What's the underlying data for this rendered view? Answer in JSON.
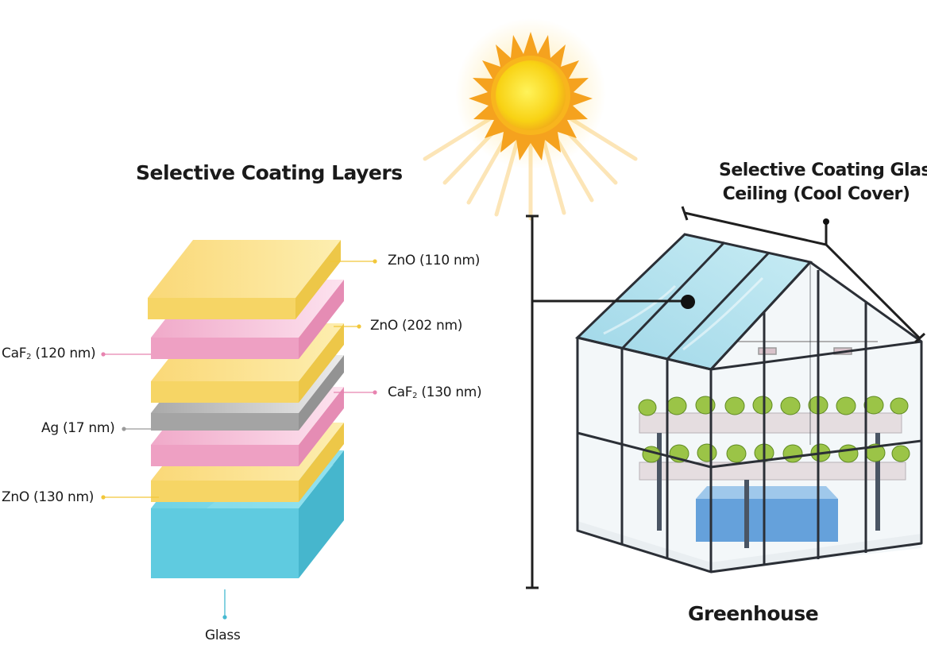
{
  "titles": {
    "layers": "Selective Coating Layers",
    "ceiling_line1": "Selective Coating Glass",
    "ceiling_line2": "Ceiling  (Cool Cover)",
    "greenhouse": "Greenhouse"
  },
  "layers": [
    {
      "material": "ZnO",
      "sub": "",
      "thickness": "(110 nm)"
    },
    {
      "material": "CaF",
      "sub": "2",
      "thickness": "(120 nm)"
    },
    {
      "material": "ZnO",
      "sub": "",
      "thickness": "(202 nm)"
    },
    {
      "material": "Ag",
      "sub": "",
      "thickness": "(17 nm)"
    },
    {
      "material": "CaF",
      "sub": "2",
      "thickness": "(130 nm)"
    },
    {
      "material": "ZnO",
      "sub": "",
      "thickness": "(130 nm)"
    }
  ],
  "substrate": "Glass",
  "colors": {
    "zno": "#fbe08a",
    "caf2": "#f5b9d6",
    "ag": "#b9b9b9",
    "glass": "#67cfe3",
    "roof": "#a9dcea",
    "sun": "#f9d21a",
    "sun_rays": "#f5a21e"
  }
}
